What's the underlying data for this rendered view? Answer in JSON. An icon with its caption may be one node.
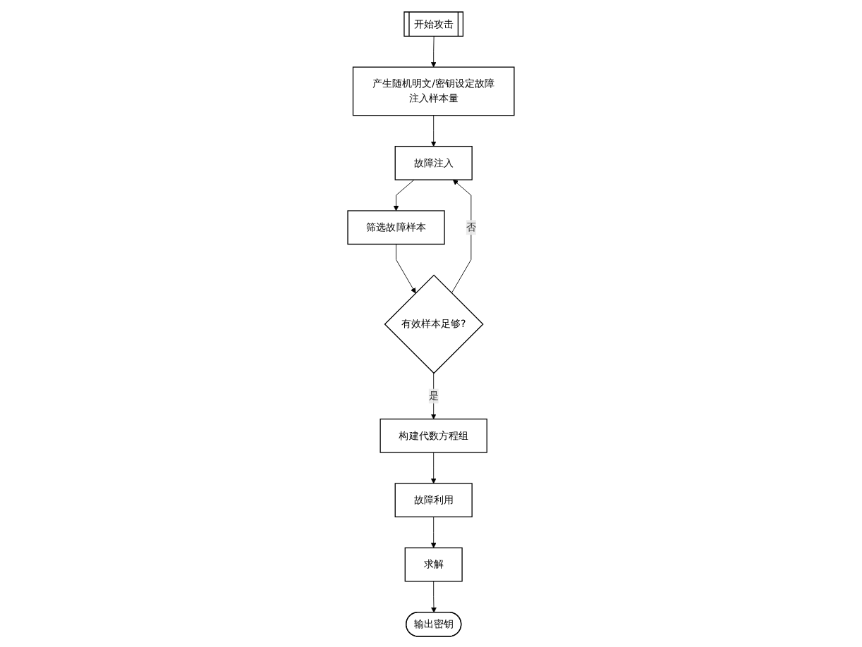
{
  "diagram": {
    "nodes": [
      {
        "text": [
          "开始攻击"
        ]
      },
      {
        "text": [
          "产生随机明文/密钥设定故障注入样本量"
        ]
      },
      {
        "text": [
          "故障注入"
        ]
      },
      {
        "text": [
          "筛选故障样本"
        ]
      },
      {
        "text": [
          "有效样本足够?"
        ]
      },
      {
        "text": [
          "构建代数方程组"
        ]
      },
      {
        "text": [
          "故障利用"
        ]
      },
      {
        "text": [
          "求解"
        ]
      },
      {
        "text": [
          "输出密钥"
        ]
      }
    ],
    "edges": [
      {
        "from": 0,
        "to": 1,
        "arrow": "to"
      },
      {
        "from": 1,
        "to": 2,
        "arrow": "to"
      },
      {
        "from": 2,
        "to": 3,
        "arrow": "to"
      },
      {
        "from": 3,
        "to": 4,
        "arrow": "to"
      },
      {
        "from": 4,
        "to": 2,
        "arrow": "to",
        "label": "否"
      },
      {
        "from": 4,
        "to": 5,
        "arrow": "to",
        "label": "是"
      },
      {
        "from": 5,
        "to": 6,
        "arrow": "to"
      },
      {
        "from": 6,
        "to": 7,
        "arrow": "to"
      },
      {
        "from": 7,
        "to": 8,
        "arrow": "to"
      }
    ]
  }
}
